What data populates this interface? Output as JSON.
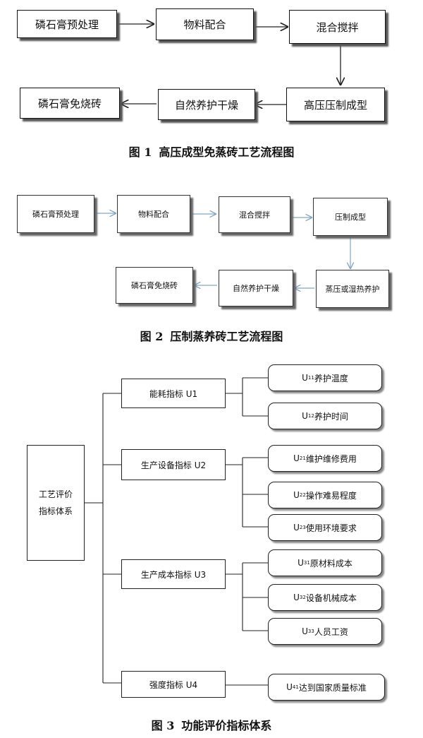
{
  "figure1": {
    "nodes": {
      "pre": "磷石膏预处理",
      "mix_ratio": "物料配合",
      "mixing": "混合搅拌",
      "forming": "高压压制成型",
      "curing": "自然养护干燥",
      "brick": "磷石膏免烧砖"
    },
    "caption_num": "图 1",
    "caption_text": "高压成型免蒸砖工艺流程图"
  },
  "figure2": {
    "nodes": {
      "pre": "磷石膏预处理",
      "mix_ratio": "物料配合",
      "mixing": "混合搅拌",
      "forming": "压制成型",
      "steam": "蒸压或湿热养护",
      "curing": "自然养护干燥",
      "brick": "磷石膏免烧砖"
    },
    "caption_num": "图 2",
    "caption_text": "压制蒸养砖工艺流程图"
  },
  "figure3": {
    "root_line1": "工艺评价",
    "root_line2": "指标体系",
    "groups": [
      {
        "label": "能耗指标 U1",
        "items": [
          {
            "code": "U",
            "sub": "11",
            "text": "养护温度"
          },
          {
            "code": "U",
            "sub": "12",
            "text": "养护时间"
          }
        ]
      },
      {
        "label": "生产设备指标 U2",
        "items": [
          {
            "code": "U",
            "sub": "21",
            "text": "维护维修费用"
          },
          {
            "code": "U",
            "sub": "22",
            "text": "操作难易程度"
          },
          {
            "code": "U",
            "sub": "23",
            "text": "使用环境要求"
          }
        ]
      },
      {
        "label": "生产成本指标 U3",
        "items": [
          {
            "code": "U",
            "sub": "31",
            "text": "原材料成本"
          },
          {
            "code": "U",
            "sub": "32",
            "text": "设备机械成本"
          },
          {
            "code": "U",
            "sub": "33",
            "text": "人员工资"
          }
        ]
      },
      {
        "label": "强度指标 U4",
        "items": [
          {
            "code": "U",
            "sub": "41",
            "text": "达到国家质量标准"
          }
        ]
      }
    ],
    "caption_num": "图 3",
    "caption_text": "功能评价指标体系"
  },
  "colors": {
    "fig1_line": "#222222",
    "fig2_line": "#7fa7c9",
    "fig3_line": "#222222"
  }
}
